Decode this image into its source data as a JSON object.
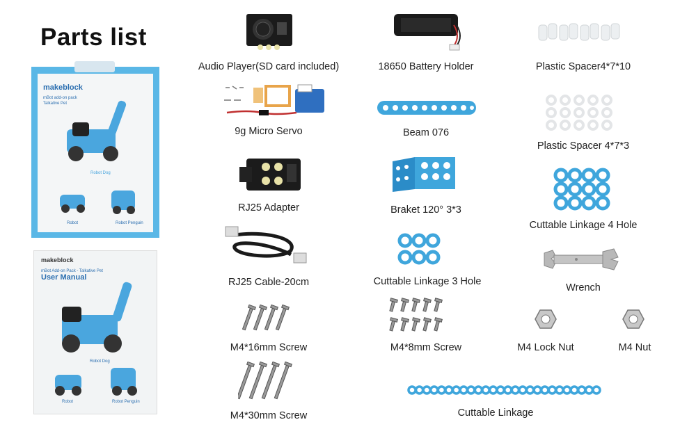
{
  "title": "Parts list",
  "box": {
    "brand": "makeblock",
    "line1": "mBot add-on pack",
    "line2": "Talkative Pet",
    "caption1": "Robot Dog",
    "caption2": "Robot",
    "caption3": "Robot Penguin"
  },
  "manual": {
    "brand": "makeblock",
    "line1": "mBot Add-on Pack - Talkative Pet",
    "heading": "User Manual",
    "caption1": "Robot Dog",
    "caption2": "Robot",
    "caption3": "Robot Penguin"
  },
  "parts": {
    "audio_player": "Audio Player(SD card included)",
    "battery_holder": "18650 Battery Holder",
    "spacer_4710": "Plastic Spacer4*7*10",
    "micro_servo": "9g Micro Servo",
    "beam_076": "Beam 076",
    "spacer_473": "Plastic Spacer 4*7*3",
    "rj25_adapter": "RJ25 Adapter",
    "braket": "Braket 120° 3*3",
    "linkage_4hole": "Cuttable Linkage 4 Hole",
    "rj25_cable": "RJ25 Cable-20cm",
    "linkage_3hole": "Cuttable Linkage 3 Hole",
    "wrench": "Wrench",
    "screw_16": "M4*16mm Screw",
    "screw_8": "M4*8mm Screw",
    "lock_nut": "M4 Lock Nut",
    "nut": "M4 Nut",
    "screw_30": "M4*30mm Screw",
    "linkage": "Cuttable Linkage"
  },
  "colors": {
    "accent_blue": "#3fa6dc",
    "box_blue": "#5ab7e6",
    "text": "#222222"
  }
}
